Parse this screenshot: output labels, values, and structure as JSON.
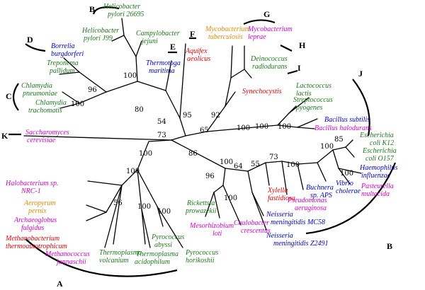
{
  "colors": {
    "green": "#1a7a1a",
    "blue": "#0000c8",
    "magenta": "#d000c8",
    "orange": "#e08a00",
    "red": "#e00000",
    "black": "#000000"
  },
  "group_labels": [
    "A",
    "B",
    "C",
    "D",
    "E",
    "F",
    "G",
    "H",
    "I",
    "J",
    "K"
  ],
  "bootstrap_values": [
    "100",
    "96",
    "100",
    "80",
    "54",
    "95",
    "92",
    "73",
    "65",
    "100",
    "100",
    "100",
    "86",
    "100",
    "64",
    "55",
    "73",
    "100",
    "100",
    "85",
    "96",
    "100",
    "56",
    "100",
    "100",
    "100",
    "100",
    "100"
  ],
  "taxa": [
    {
      "lines": [
        "Helicobacter",
        "pylori 26695"
      ],
      "color": "green"
    },
    {
      "lines": [
        "Helicobacter",
        "pylori J99"
      ],
      "color": "green"
    },
    {
      "lines": [
        "Campylobacter",
        "jejuni"
      ],
      "color": "green"
    },
    {
      "lines": [
        "Borrelia",
        "burgdorferi"
      ],
      "color": "blue"
    },
    {
      "lines": [
        "Treponema",
        "pallidum"
      ],
      "color": "green"
    },
    {
      "lines": [
        "Chlamydia",
        "pneumoniae"
      ],
      "color": "green"
    },
    {
      "lines": [
        "Chlamydia",
        "trachomatis"
      ],
      "color": "green"
    },
    {
      "lines": [
        "Thermotoga",
        "maritima"
      ],
      "color": "blue"
    },
    {
      "lines": [
        "Aquifex",
        "aeolicus"
      ],
      "color": "red"
    },
    {
      "lines": [
        "Mycobacterium",
        "tuberculosis"
      ],
      "color": "orange"
    },
    {
      "lines": [
        "Mycobacterium",
        "leprae"
      ],
      "color": "magenta"
    },
    {
      "lines": [
        "Deinococcus",
        "radiodurans"
      ],
      "color": "green"
    },
    {
      "lines": [
        "Synechocystis"
      ],
      "color": "red"
    },
    {
      "lines": [
        "Lactococcus",
        "lactis"
      ],
      "color": "green"
    },
    {
      "lines": [
        "Streptococcus",
        "pyogenes"
      ],
      "color": "green"
    },
    {
      "lines": [
        "Bacillus subtilis"
      ],
      "color": "blue"
    },
    {
      "lines": [
        "Bacillus halodurans"
      ],
      "color": "magenta"
    },
    {
      "lines": [
        "Saccharomyces",
        "cerevisiae"
      ],
      "color": "magenta"
    },
    {
      "lines": [
        "Escherichia",
        "coli K12"
      ],
      "color": "green"
    },
    {
      "lines": [
        "Escherichia",
        "coli O157"
      ],
      "color": "green"
    },
    {
      "lines": [
        "Haemophilus",
        "influenzae"
      ],
      "color": "blue"
    },
    {
      "lines": [
        "Vibrio",
        "cholerae"
      ],
      "color": "blue"
    },
    {
      "lines": [
        "Pasteurella",
        "multocida"
      ],
      "color": "magenta"
    },
    {
      "lines": [
        "Buchnera",
        "sp. APS"
      ],
      "color": "blue"
    },
    {
      "lines": [
        "Pseudomonas",
        "aeruginosa"
      ],
      "color": "magenta"
    },
    {
      "lines": [
        "Xylella",
        "fastidiosa"
      ],
      "color": "red"
    },
    {
      "lines": [
        "Neisseria",
        "meningitidis MC58"
      ],
      "color": "blue"
    },
    {
      "lines": [
        "Neisseria",
        "meningitidis Z2491"
      ],
      "color": "blue"
    },
    {
      "lines": [
        "Caulobacter",
        "crescentus"
      ],
      "color": "magenta"
    },
    {
      "lines": [
        "Mesorhizobium",
        "loti"
      ],
      "color": "magenta"
    },
    {
      "lines": [
        "Rickettsia",
        "prowazekii"
      ],
      "color": "green"
    },
    {
      "lines": [
        "Halobacterium sp.",
        "NRC-1"
      ],
      "color": "magenta"
    },
    {
      "lines": [
        "Aeropyrum",
        "pernix"
      ],
      "color": "orange"
    },
    {
      "lines": [
        "Archaeoglobus",
        "fulgidus"
      ],
      "color": "magenta"
    },
    {
      "lines": [
        "Methanobacterium",
        "thermoautotrophicum"
      ],
      "color": "red"
    },
    {
      "lines": [
        "Methanococcus",
        "jannaschii"
      ],
      "color": "magenta"
    },
    {
      "lines": [
        "Thermoplasma",
        "volcanium"
      ],
      "color": "green"
    },
    {
      "lines": [
        "Thermoplasma",
        "acidophilum"
      ],
      "color": "green"
    },
    {
      "lines": [
        "Pyrococcus",
        "abyssi"
      ],
      "color": "green"
    },
    {
      "lines": [
        "Pyrococcus",
        "horikoshii"
      ],
      "color": "green"
    }
  ]
}
